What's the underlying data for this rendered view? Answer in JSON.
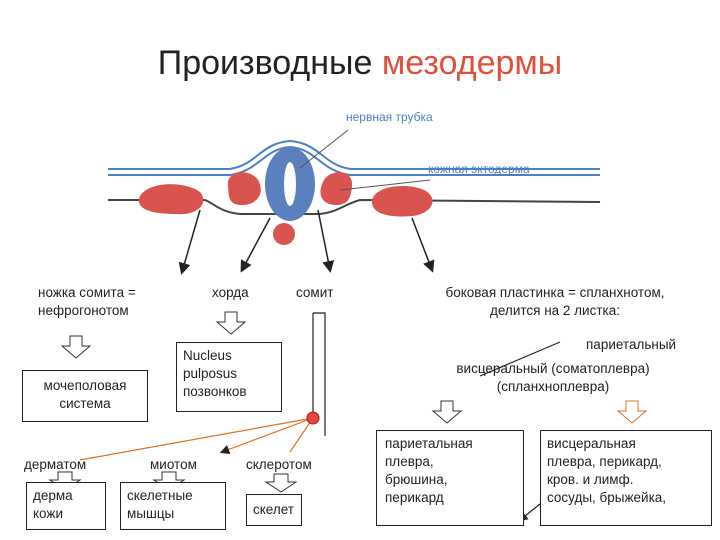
{
  "title": {
    "main": "Производные",
    "accent": "мезодермы"
  },
  "colors": {
    "accent": "#e0503a",
    "neural_tube": "#5a80bd",
    "ectoderm": "#4d7fc2",
    "mesoderm": "#d9534f",
    "arrows_box_orange": "#e07020"
  },
  "labels": {
    "neural_tube": "нервная трубка",
    "ectoderm": "кожная эктодерма",
    "stalk": [
      "ножка сомита =",
      "нефрогонотом"
    ],
    "chord": "хорда",
    "somite": "сомит",
    "lateral": [
      "боковая пластинка = спланхнотом,",
      "делится на 2 листка:"
    ],
    "parietal_word": "париетальный",
    "visceral": [
      "висцеральный (соматоплевра)",
      "(спланхноплевра)"
    ],
    "nucleus": [
      "Nucleus",
      "pulposus",
      "позвонков"
    ],
    "urogenital": [
      "мочеполовая",
      "система"
    ],
    "dermatome": "дерматом",
    "myotome": "миотом",
    "sclerotome": "склеротом",
    "derma": [
      "дерма",
      "кожи"
    ],
    "skeletal": [
      "скелетные",
      "мышцы"
    ],
    "skeleton": "скелет",
    "parietal_box": [
      "париетальная",
      "плевра,",
      "брюшина,",
      "перикард"
    ],
    "visceral_box": [
      "висцеральная",
      "плевра, перикард,",
      "кров. и лимф.",
      "сосуды, брыжейка,"
    ]
  }
}
